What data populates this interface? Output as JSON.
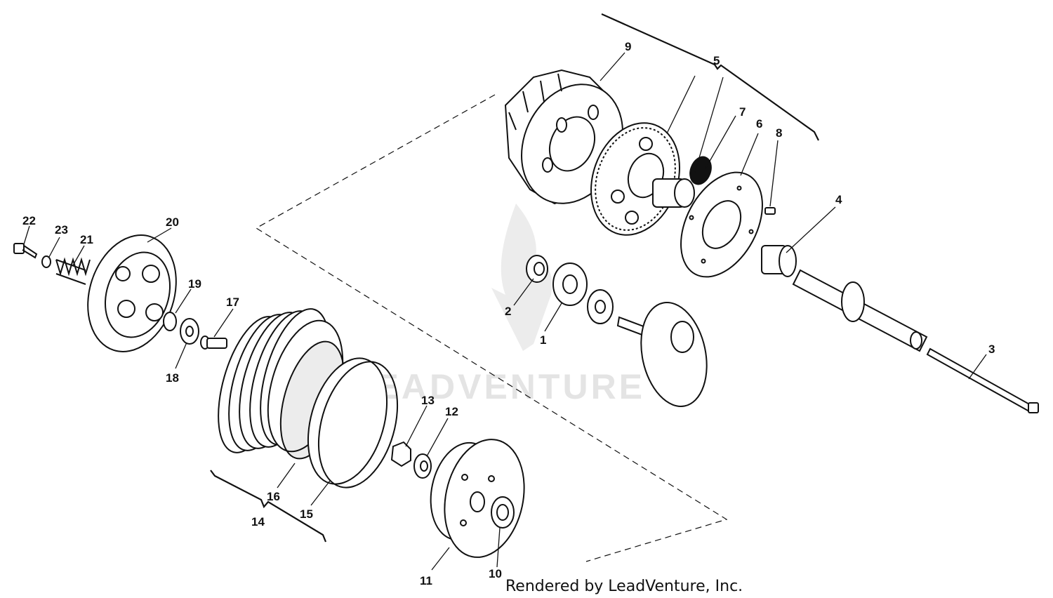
{
  "watermark": {
    "text": "LEADVENTURE"
  },
  "credit": "Rendered by LeadVenture, Inc.",
  "callouts": [
    "1",
    "2",
    "3",
    "4",
    "5",
    "6",
    "7",
    "8",
    "9",
    "10",
    "11",
    "12",
    "13",
    "14",
    "15",
    "16",
    "17",
    "18",
    "19",
    "20",
    "21",
    "22",
    "23"
  ],
  "colors": {
    "line": "#111111",
    "watermark": "#e4e4e4",
    "background": "#ffffff"
  }
}
